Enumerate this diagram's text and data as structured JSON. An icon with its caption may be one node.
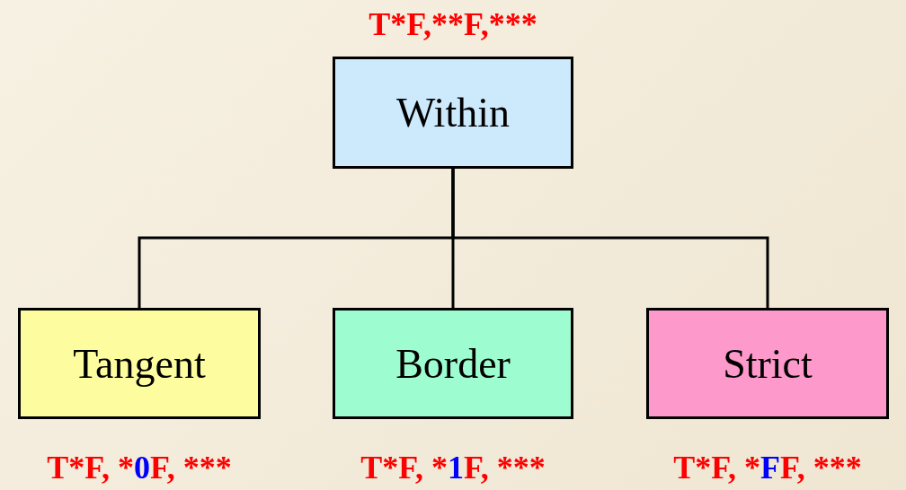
{
  "diagram": {
    "nodes": [
      {
        "text": [
          "Within"
        ],
        "beside": [
          "T*F,**F,***"
        ]
      },
      {
        "text": [
          "Tangent"
        ],
        "beside": [
          "T*F, *0F, ***"
        ]
      },
      {
        "text": [
          "Border"
        ],
        "beside": [
          "T*F, *1F, ***"
        ]
      },
      {
        "text": [
          "Strict"
        ],
        "beside": [
          "T*F, *FF, ***"
        ]
      }
    ],
    "edges": [
      {
        "from": 0,
        "to": 1,
        "arrow": "none"
      },
      {
        "from": 0,
        "to": 2,
        "arrow": "none"
      },
      {
        "from": 0,
        "to": 3,
        "arrow": "none"
      }
    ]
  }
}
